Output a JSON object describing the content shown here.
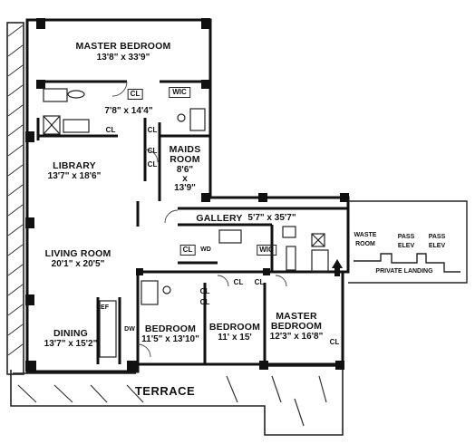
{
  "rooms": {
    "master_bedroom_1": {
      "name": "MASTER BEDROOM",
      "dims": "13'8\" x 33'9\""
    },
    "hall_dims": "7'8\" x 14'4\"",
    "library": {
      "name": "LIBRARY",
      "dims": "13'7\" x 18'6\""
    },
    "maids_room": {
      "name_line1": "MAIDS",
      "name_line2": "ROOM",
      "dims_line1": "8'6\"",
      "dims_line2": "x",
      "dims_line3": "13'9\""
    },
    "gallery": {
      "name": "GALLERY",
      "dims": "5'7\" x 35'7\""
    },
    "living_room": {
      "name": "LIVING ROOM",
      "dims": "20'1\" x 20'5\""
    },
    "dining": {
      "name": "DINING",
      "dims": "13'7\" x 15'2\""
    },
    "bedroom_1": {
      "name": "BEDROOM",
      "dims": "11'5\" x 13'10\""
    },
    "bedroom_2": {
      "name": "BEDROOM",
      "dims": "11' x 15'"
    },
    "master_bedroom_2": {
      "name_line1": "MASTER",
      "name_line2": "BEDROOM",
      "dims": "12'3\" x 16'8\""
    },
    "terrace": {
      "name": "TERRACE"
    },
    "waste_room": {
      "line1": "WASTE",
      "line2": "ROOM"
    },
    "pass_elev_1": {
      "line1": "PASS",
      "line2": "ELEV"
    },
    "pass_elev_2": {
      "line1": "PASS",
      "line2": "ELEV"
    },
    "private_landing": {
      "name": "PRIVATE LANDING"
    }
  },
  "fixtures": {
    "closet": "CL",
    "walk_in_closet": "WIC",
    "washer_dryer": "WD",
    "refrigerator": "REF",
    "dishwasher": "DW"
  }
}
